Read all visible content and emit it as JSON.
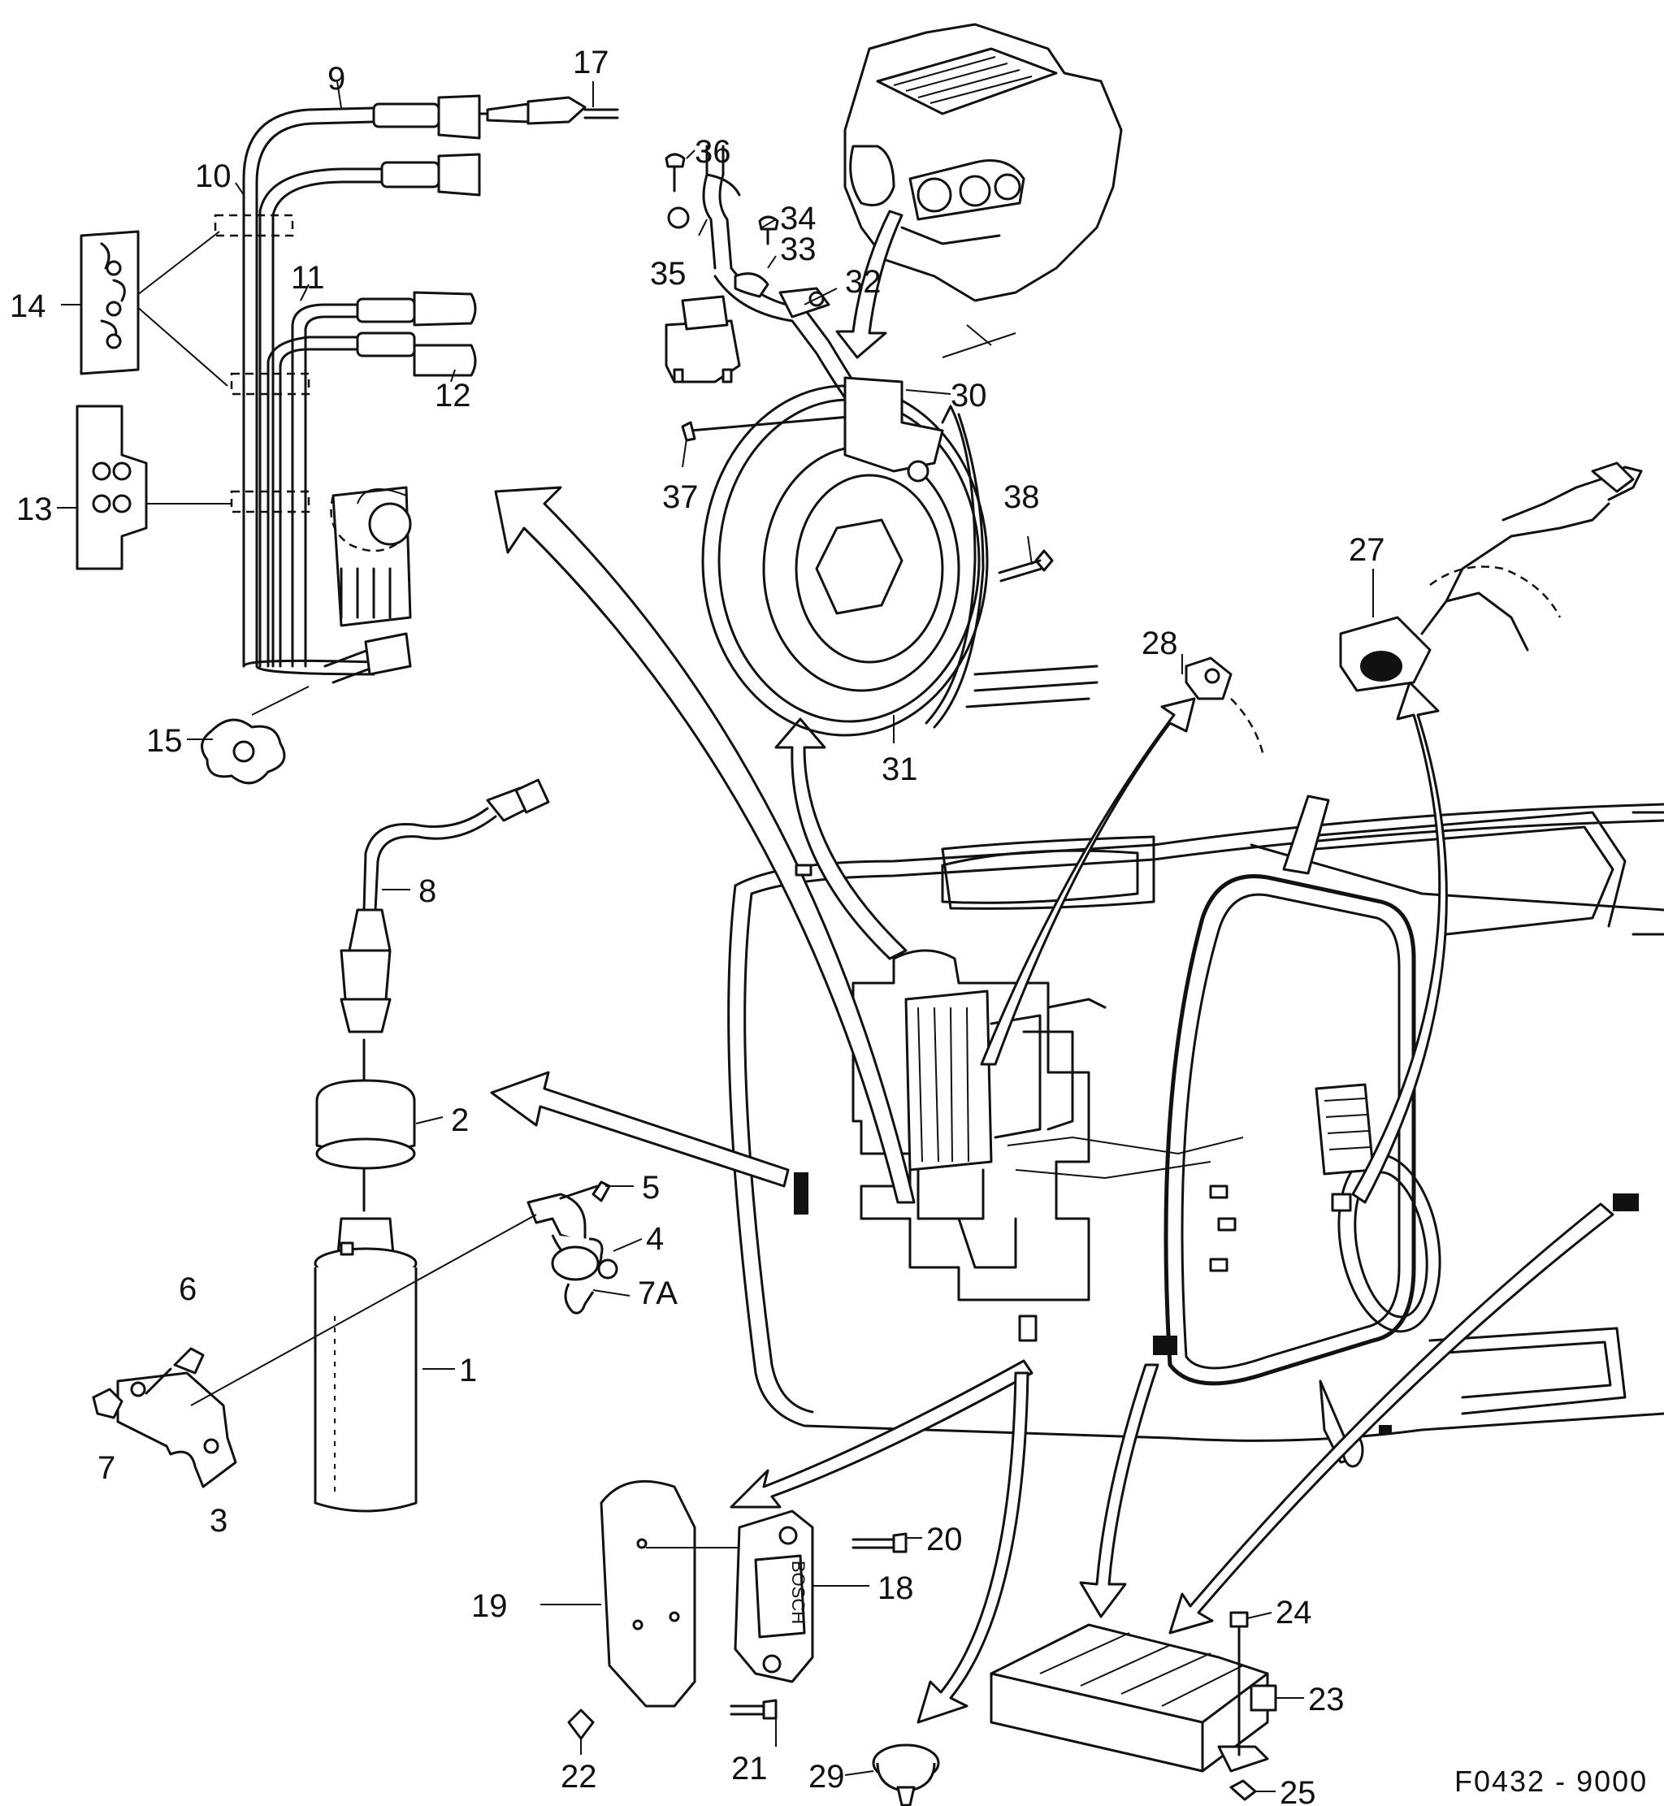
{
  "figure": {
    "reference": "F0432 - 9000",
    "callouts": {
      "c1": "1",
      "c2": "2",
      "c3": "3",
      "c4": "4",
      "c5": "5",
      "c6": "6",
      "c7": "7",
      "c7a": "7A",
      "c8": "8",
      "c9": "9",
      "c10": "10",
      "c11": "11",
      "c12": "12",
      "c13": "13",
      "c14": "14",
      "c15": "15",
      "c17": "17",
      "c18": "18",
      "c19": "19",
      "c20": "20",
      "c21": "21",
      "c22": "22",
      "c23": "23",
      "c24": "24",
      "c25": "25",
      "c27": "27",
      "c28": "28",
      "c29": "29",
      "c30": "30",
      "c31": "31",
      "c32": "32",
      "c33": "33",
      "c34": "34",
      "c35": "35",
      "c36": "36",
      "c37": "37",
      "c38": "38"
    },
    "module_brand": "BOSCH"
  }
}
